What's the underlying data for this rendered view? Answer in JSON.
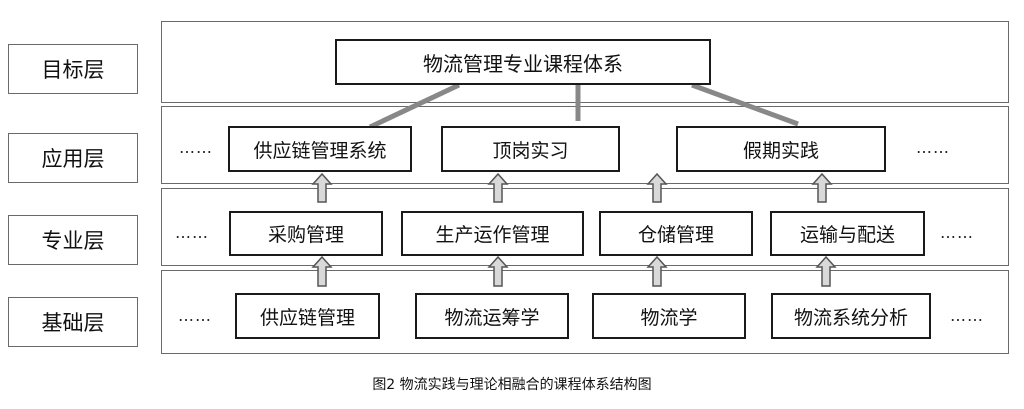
{
  "layers": {
    "goal": "目标层",
    "application": "应用层",
    "professional": "专业层",
    "foundation": "基础层"
  },
  "goal_node": "物流管理专业课程体系",
  "application_nodes": [
    "供应链管理系统",
    "顶岗实习",
    "假期实践"
  ],
  "professional_nodes": [
    "采购管理",
    "生产运作管理",
    "仓储管理",
    "运输与配送"
  ],
  "foundation_nodes": [
    "供应链管理",
    "物流运筹学",
    "物流学",
    "物流系统分析"
  ],
  "ellipsis": "……",
  "caption": "图2 物流实践与理论相融合的课程体系结构图",
  "colors": {
    "connector": "#888888",
    "arrow_fill": "#d9d9d9",
    "arrow_stroke": "#555555",
    "border": "#1a1a1a"
  }
}
